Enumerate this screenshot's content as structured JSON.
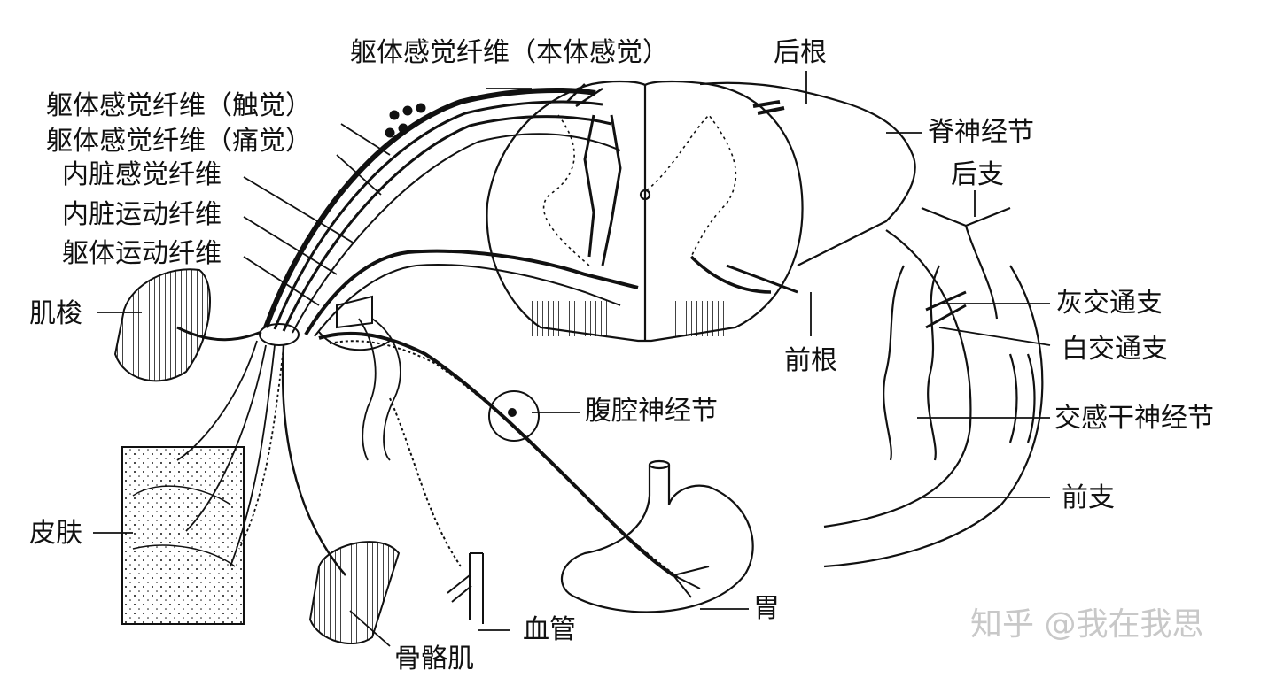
{
  "labels": {
    "somatic_proprioception": "躯体感觉纤维（本体感觉）",
    "somatic_touch": "躯体感觉纤维（触觉）",
    "somatic_pain": "躯体感觉纤维（痛觉）",
    "visceral_sensory": "内脏感觉纤维",
    "visceral_motor": "内脏运动纤维",
    "somatic_motor": "躯体运动纤维",
    "muscle_spindle": "肌梭",
    "skin": "皮肤",
    "skeletal_muscle": "骨骼肌",
    "blood_vessel": "血管",
    "stomach": "胃",
    "celiac_ganglion": "腹腔神经节",
    "posterior_root": "后根",
    "spinal_ganglion": "脊神经节",
    "posterior_ramus": "后支",
    "gray_ramus": "灰交通支",
    "white_ramus": "白交通支",
    "anterior_root": "前根",
    "sympathetic_ganglion": "交感干神经节",
    "anterior_ramus": "前支"
  },
  "watermark": "知乎 @我在我思",
  "colors": {
    "ink": "#111111",
    "watermark": "#c8c8c8",
    "background": "#ffffff"
  }
}
